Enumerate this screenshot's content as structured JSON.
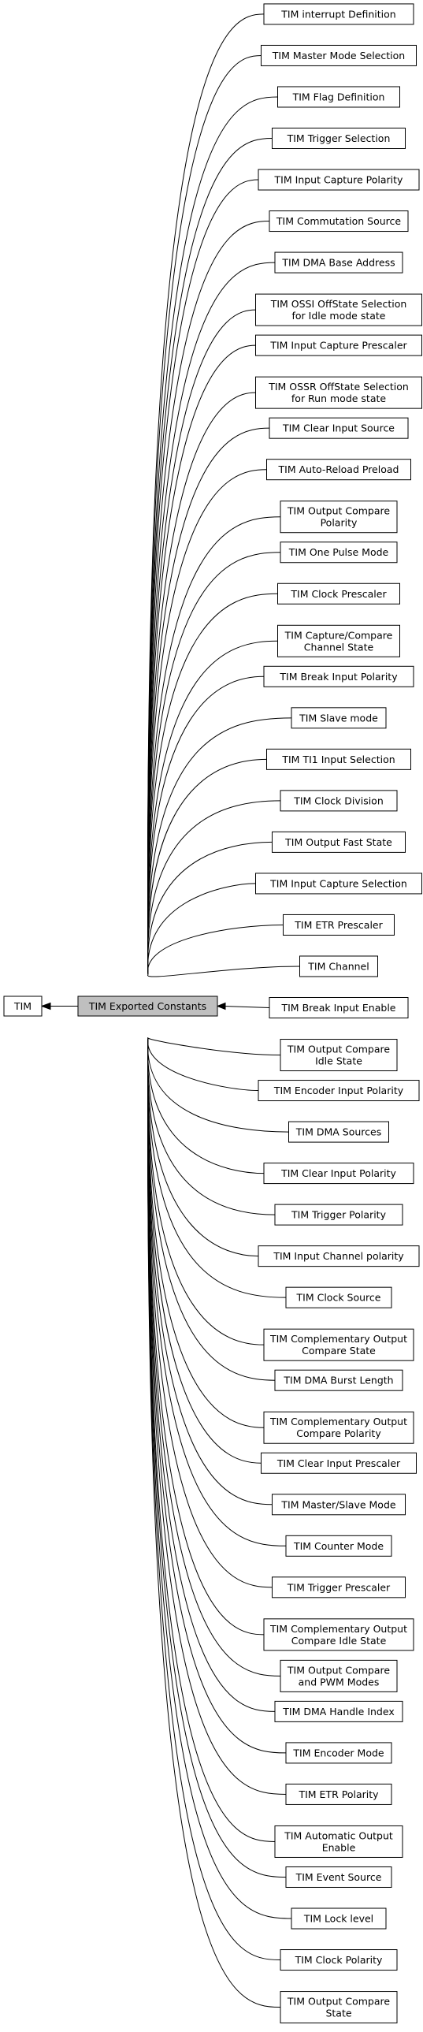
{
  "center": {
    "label": "TIM Exported Constants",
    "fill": "#bfbfbf"
  },
  "parent": {
    "label": "TIM"
  },
  "groups": [
    {
      "lines": [
        "TIM interrupt Definition"
      ]
    },
    {
      "lines": [
        "TIM Master Mode Selection"
      ]
    },
    {
      "lines": [
        "TIM Flag Definition"
      ]
    },
    {
      "lines": [
        "TIM Trigger Selection"
      ]
    },
    {
      "lines": [
        "TIM Input Capture Polarity"
      ]
    },
    {
      "lines": [
        "TIM Commutation Source"
      ]
    },
    {
      "lines": [
        "TIM DMA Base Address"
      ]
    },
    {
      "lines": [
        "TIM OSSI OffState Selection",
        "for Idle mode state"
      ]
    },
    {
      "lines": [
        "TIM Input Capture Prescaler"
      ]
    },
    {
      "lines": [
        "TIM OSSR OffState Selection",
        "for Run mode state"
      ]
    },
    {
      "lines": [
        "TIM Clear Input Source"
      ]
    },
    {
      "lines": [
        "TIM Auto-Reload Preload"
      ]
    },
    {
      "lines": [
        "TIM Output Compare",
        "Polarity"
      ]
    },
    {
      "lines": [
        "TIM One Pulse Mode"
      ]
    },
    {
      "lines": [
        "TIM Clock Prescaler"
      ]
    },
    {
      "lines": [
        "TIM Capture/Compare",
        "Channel State"
      ]
    },
    {
      "lines": [
        "TIM Break Input Polarity"
      ]
    },
    {
      "lines": [
        "TIM Slave mode"
      ]
    },
    {
      "lines": [
        "TIM TI1 Input Selection"
      ]
    },
    {
      "lines": [
        "TIM Clock Division"
      ]
    },
    {
      "lines": [
        "TIM Output Fast State"
      ]
    },
    {
      "lines": [
        "TIM Input Capture Selection"
      ]
    },
    {
      "lines": [
        "TIM ETR Prescaler"
      ]
    },
    {
      "lines": [
        "TIM Channel"
      ]
    },
    {
      "lines": [
        "TIM Break Input Enable"
      ]
    },
    {
      "lines": [
        "TIM Output Compare",
        "Idle State"
      ]
    },
    {
      "lines": [
        "TIM Encoder Input Polarity"
      ]
    },
    {
      "lines": [
        "TIM DMA Sources"
      ]
    },
    {
      "lines": [
        "TIM Clear Input Polarity"
      ]
    },
    {
      "lines": [
        "TIM Trigger Polarity"
      ]
    },
    {
      "lines": [
        "TIM Input Channel polarity"
      ]
    },
    {
      "lines": [
        "TIM Clock Source"
      ]
    },
    {
      "lines": [
        "TIM Complementary Output",
        "Compare State"
      ]
    },
    {
      "lines": [
        "TIM DMA Burst Length"
      ]
    },
    {
      "lines": [
        "TIM Complementary Output",
        "Compare Polarity"
      ]
    },
    {
      "lines": [
        "TIM Clear Input Prescaler"
      ]
    },
    {
      "lines": [
        "TIM Master/Slave Mode"
      ]
    },
    {
      "lines": [
        "TIM Counter Mode"
      ]
    },
    {
      "lines": [
        "TIM Trigger Prescaler"
      ]
    },
    {
      "lines": [
        "TIM Complementary Output",
        "Compare Idle State"
      ]
    },
    {
      "lines": [
        "TIM Output Compare",
        "and PWM Modes"
      ]
    },
    {
      "lines": [
        "TIM DMA Handle Index"
      ]
    },
    {
      "lines": [
        "TIM Encoder Mode"
      ]
    },
    {
      "lines": [
        "TIM ETR Polarity"
      ]
    },
    {
      "lines": [
        "TIM Automatic Output",
        "Enable"
      ]
    },
    {
      "lines": [
        "TIM Event Source"
      ]
    },
    {
      "lines": [
        "TIM Lock level"
      ]
    },
    {
      "lines": [
        "TIM Clock Polarity"
      ]
    },
    {
      "lines": [
        "TIM Output Compare",
        "State"
      ]
    }
  ]
}
